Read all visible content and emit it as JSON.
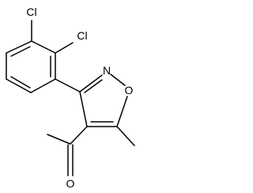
{
  "molecule": {
    "atoms": {
      "cl_top": "Cl",
      "cl_right": "Cl",
      "n": "N",
      "o_ring": "O",
      "o_carbonyl": "O"
    }
  },
  "colors": {
    "bond": "#000000",
    "background": "#ffffff"
  }
}
